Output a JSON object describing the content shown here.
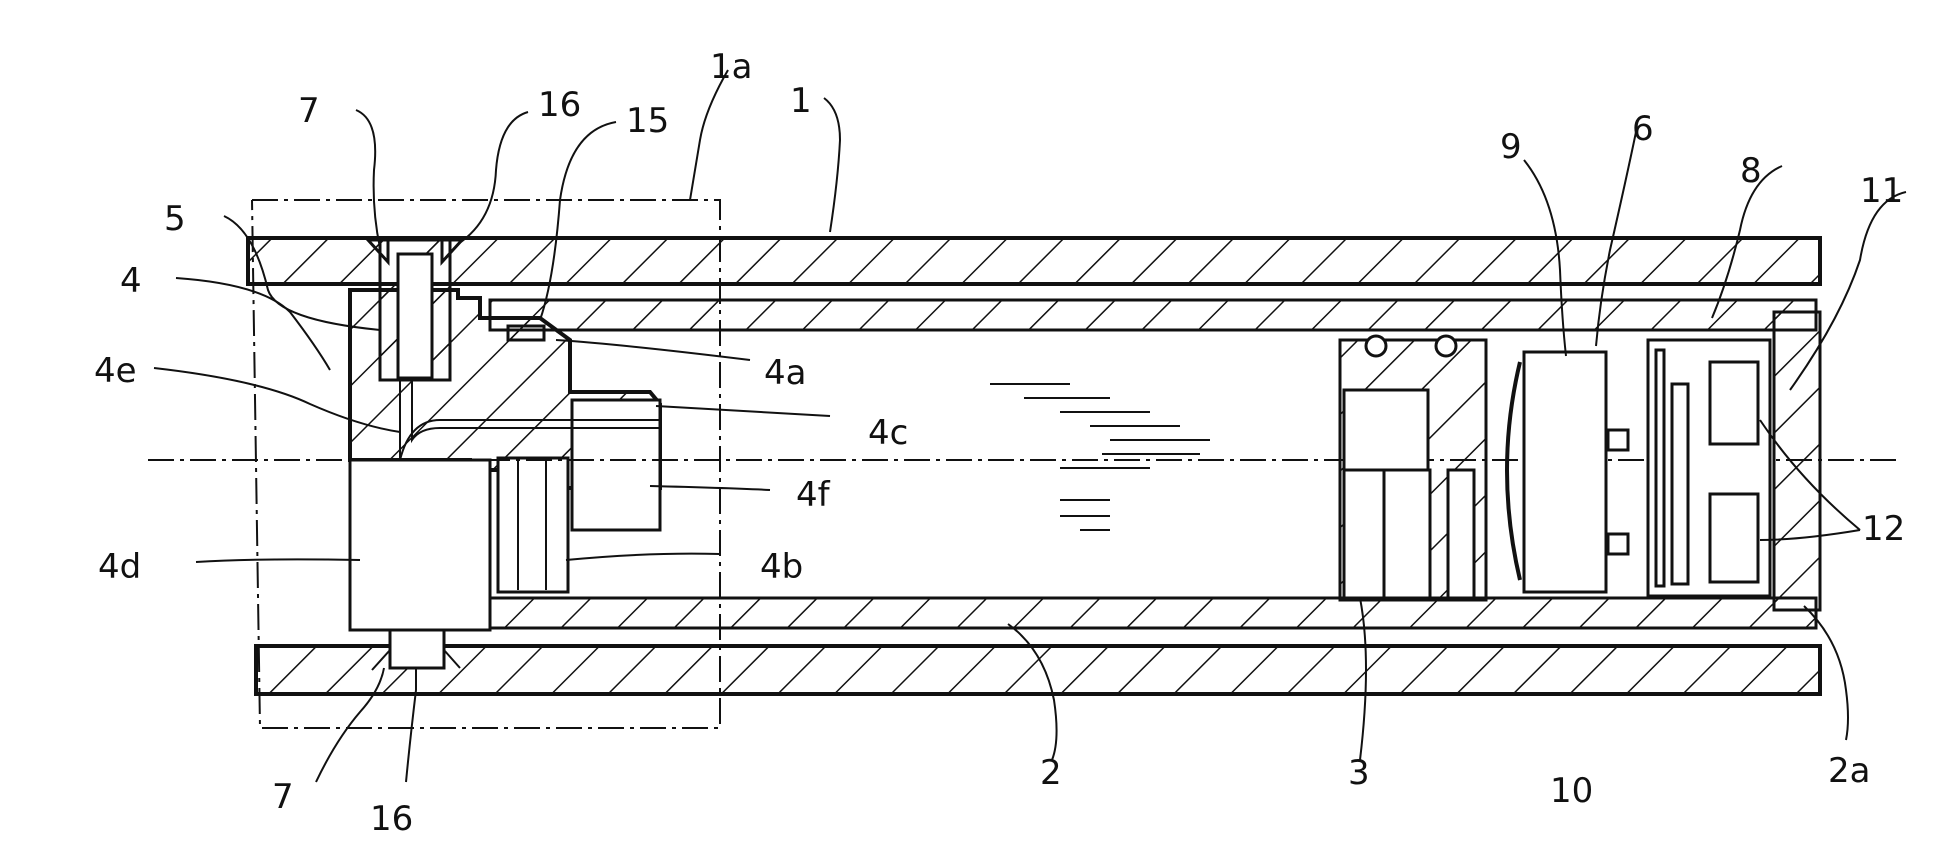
{
  "diagram": {
    "labels": {
      "l_1a": "1a",
      "l_1": "1",
      "l_16_top": "16",
      "l_15": "15",
      "l_7_top": "7",
      "l_5": "5",
      "l_4": "4",
      "l_4e": "4e",
      "l_4a": "4a",
      "l_4c": "4c",
      "l_4f": "4f",
      "l_4d": "4d",
      "l_4b": "4b",
      "l_9": "9",
      "l_6": "6",
      "l_8": "8",
      "l_11": "11",
      "l_12": "12",
      "l_2": "2",
      "l_3": "3",
      "l_10": "10",
      "l_2a": "2a",
      "l_7_bot": "7",
      "l_16_bot": "16"
    }
  }
}
